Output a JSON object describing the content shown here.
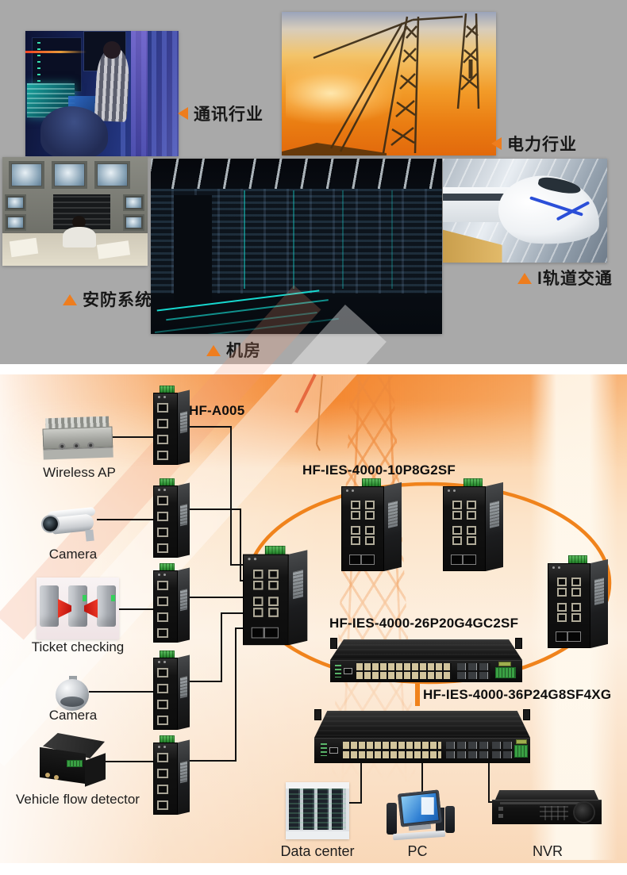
{
  "industries": [
    {
      "id": "communications",
      "label": "通讯行业"
    },
    {
      "id": "power",
      "label": "电力行业"
    },
    {
      "id": "security",
      "label": "安防系统"
    },
    {
      "id": "rail-transit",
      "label": "l轨道交通"
    },
    {
      "id": "server-room",
      "label": "机房"
    }
  ],
  "topology": {
    "access_switch_model": "HF-A005",
    "ring_switch_model": "HF-IES-4000-10P8G2SF",
    "aggregation_switch_model": "HF-IES-4000-26P20G4GC2SF",
    "core_switch_model": "HF-IES-4000-36P24G8SF4XG",
    "edge_devices": [
      {
        "id": "wireless-ap",
        "label": "Wireless AP"
      },
      {
        "id": "camera-1",
        "label": "Camera"
      },
      {
        "id": "ticket-checking",
        "label": "Ticket checking"
      },
      {
        "id": "camera-2",
        "label": "Camera"
      },
      {
        "id": "vehicle-flow-detector",
        "label": "Vehicle flow detector"
      }
    ],
    "endpoints": [
      {
        "id": "data-center",
        "label": "Data center"
      },
      {
        "id": "pc",
        "label": "PC"
      },
      {
        "id": "nvr",
        "label": "NVR"
      }
    ]
  },
  "colors": {
    "top_background": "#a9a9a9",
    "accent_orange": "#ee7d1e",
    "ring_orange": "#f0831c",
    "connector_black": "#111111"
  }
}
